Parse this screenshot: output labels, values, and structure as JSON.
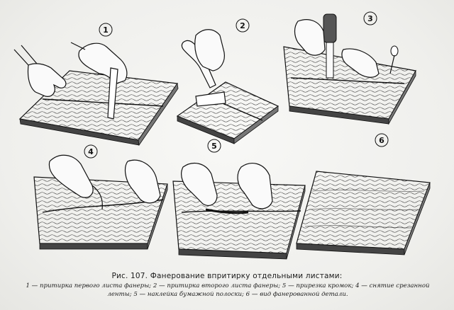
{
  "figure": {
    "panels": [
      {
        "number": "1"
      },
      {
        "number": "2"
      },
      {
        "number": "3"
      },
      {
        "number": "4"
      },
      {
        "number": "5"
      },
      {
        "number": "6"
      }
    ],
    "caption": "Рис. 107. Фанерование впритирку отдельными листами:",
    "legend": {
      "line1": "1 — притирка первого листа фанеры; 2 — притирка второго листа фанеры; 5 — прирезка кромок; 4 — снятие срезанной ленты; 5 — наклейка бумажной полоски; 6 — вид фанерованной детали."
    }
  }
}
